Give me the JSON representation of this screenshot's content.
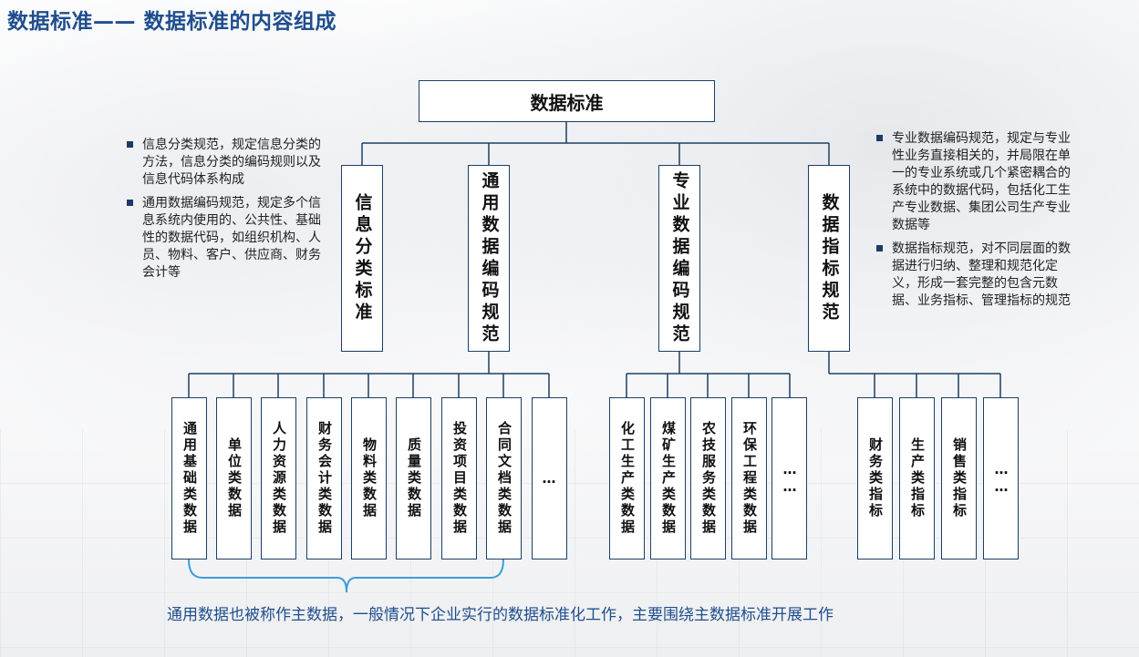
{
  "title": "数据标准—— 数据标准的内容组成",
  "root": "数据标准",
  "level1": [
    "信息分类标准",
    "通用数据编码规范",
    "专业数据编码规范",
    "数据指标规范"
  ],
  "general_items": [
    "通用基础类数据",
    "单位类数据",
    "人力资源类数据",
    "财务会计类数据",
    "物料类数据",
    "质量类数据",
    "投资项目类数据",
    "合同文档类数据",
    "…"
  ],
  "professional_items": [
    "化工生产类数据",
    "煤矿生产类数据",
    "农技服务类数据",
    "环保工程类数据",
    "……"
  ],
  "indicator_items": [
    "财务类指标",
    "生产类指标",
    "销售类指标",
    "……"
  ],
  "left_notes": [
    "信息分类规范，规定信息分类的方法，信息分类的编码规则以及信息代码体系构成",
    "通用数据编码规范，规定多个信息系统内使用的、公共性、基础性的数据代码，如组织机构、人员、物料、客户、供应商、财务会计等"
  ],
  "right_notes": [
    "专业数据编码规范，规定与专业性业务直接相关的，并局限在单一的专业系统或几个紧密耦合的系统中的数据代码，包括化工生产专业数据、集团公司生产专业数据等",
    "数据指标规范，对不同层面的数据进行归纳、整理和规范化定义，形成一套完整的包含元数据、业务指标、管理指标的规范"
  ],
  "caption": "通用数据也被称作主数据，一般情况下企业实行的数据标准化工作，主要围绕主数据标准开展工作",
  "colors": {
    "title": "#1f4e8c",
    "line": "#1d3f63",
    "bracket": "#3aa0d8",
    "caption": "#1f4e8c"
  }
}
